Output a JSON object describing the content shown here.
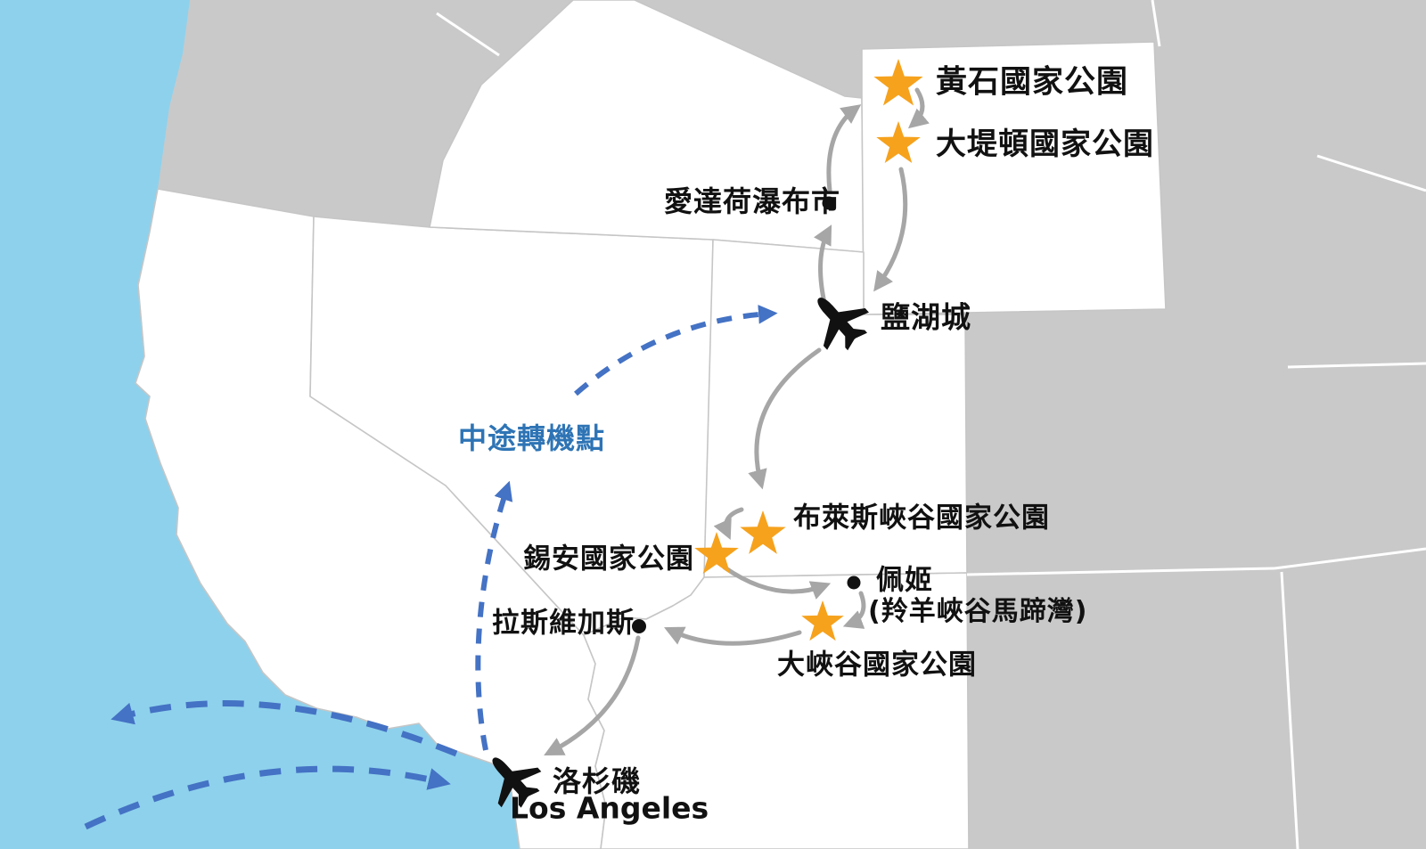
{
  "colors": {
    "ocean": "#8ED1EC",
    "land_gray": "#C9C9C9",
    "state_fill": "#FFFFFF",
    "state_border": "#C6C6C6",
    "border_white": "#FFFFFF",
    "route_gray": "#A6A6A6",
    "flight_blue": "#4472C4",
    "note_blue": "#2E74B5",
    "star_gold": "#F6A21D",
    "marker_black": "#111111",
    "text_black": "#111111"
  },
  "icons": {
    "national_park_star": "star-icon",
    "airport_plane": "airplane-icon",
    "city_dot": "city-dot-icon"
  },
  "labels": {
    "yellowstone": "黃石國家公園",
    "grand_teton": "大堤頓國家公園",
    "idaho_falls": "愛達荷瀑布市",
    "salt_lake_city": "鹽湖城",
    "transfer_note": "中途轉機點",
    "bryce_canyon": "布萊斯峽谷國家公園",
    "zion": "錫安國家公園",
    "las_vegas": "拉斯維加斯",
    "page": "佩姬",
    "page_sub": "(羚羊峽谷馬蹄灣)",
    "grand_canyon": "大峽谷國家公園",
    "los_angeles_zh": "洛杉磯",
    "los_angeles_en": "Los Angeles"
  }
}
